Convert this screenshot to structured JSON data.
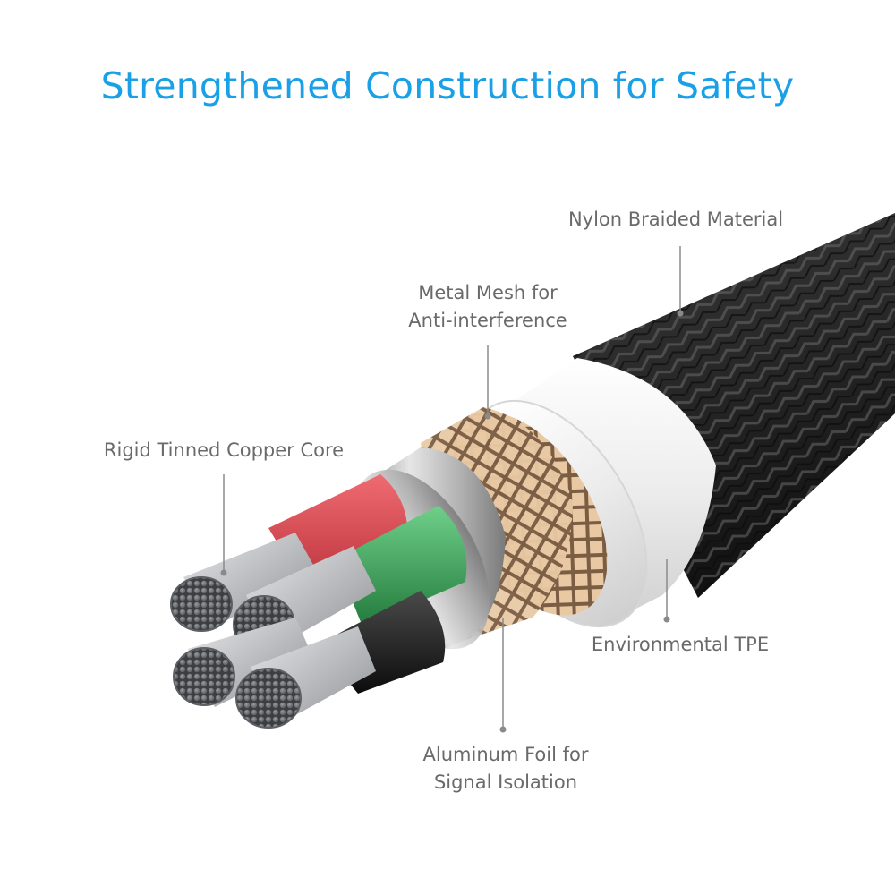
{
  "title": "Strengthened Construction for Safety",
  "colors": {
    "title": "#1aa0e6",
    "label_text": "#6a6a6a",
    "callout_line": "#8a8a8a",
    "braid_dark": "#1c1c1c",
    "braid_light": "#5a5a5a",
    "tpe_jacket": "#f2f2f2",
    "metal_mesh": "#d8b690",
    "aluminum_foil": "#b9b9b9",
    "wire_red": "#d9434b",
    "wire_green": "#3da75a",
    "wire_black": "#1d1d1d",
    "copper_strands": "#a8aaad"
  },
  "labels": {
    "nylon": "Nylon Braided Material",
    "mesh": [
      "Metal Mesh for",
      "Anti-interference"
    ],
    "copper": "Rigid Tinned Copper Core",
    "tpe": "Environmental TPE",
    "foil": [
      "Aluminum Foil for",
      "Signal Isolation"
    ]
  }
}
